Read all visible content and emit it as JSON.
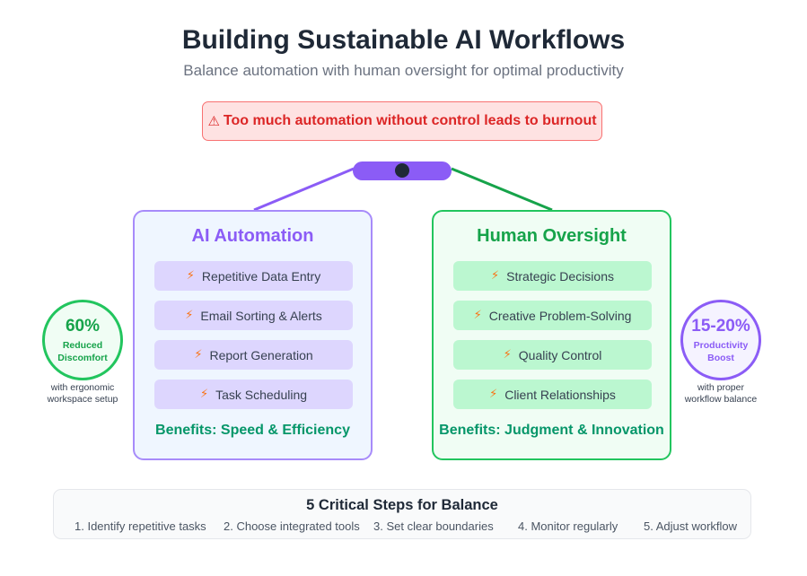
{
  "header": {
    "title": "Building Sustainable AI Workflows",
    "subtitle": "Balance automation with human oversight for optimal productivity"
  },
  "warning": {
    "icon": "warning-icon",
    "text": "Too much automation without control leads to burnout"
  },
  "balance": {
    "bar_color": "#8b5cf6",
    "pivot_color": "#1f2937",
    "left_line_color": "#8b5cf6",
    "right_line_color": "#16a34a"
  },
  "ai_card": {
    "title": "AI Automation",
    "items": [
      "Repetitive Data Entry",
      "Email Sorting & Alerts",
      "Report Generation",
      "Task Scheduling"
    ],
    "benefits": "Benefits: Speed & Efficiency",
    "accent": "#8b5cf6"
  },
  "human_card": {
    "title": "Human Oversight",
    "items": [
      "Strategic Decisions",
      "Creative Problem-Solving",
      "Quality Control",
      "Client Relationships"
    ],
    "benefits": "Benefits: Judgment & Innovation",
    "accent": "#16a34a"
  },
  "item_icon": "lightning-icon",
  "stat_left": {
    "value": "60%",
    "label_line1": "Reduced",
    "label_line2": "Discomfort",
    "note_line1": "with ergonomic",
    "note_line2": "workspace setup"
  },
  "stat_right": {
    "value": "15-20%",
    "label_line1": "Productivity",
    "label_line2": "Boost",
    "note_line1": "with proper",
    "note_line2": "workflow balance"
  },
  "steps": {
    "title": "5 Critical Steps for Balance",
    "items": [
      "1. Identify repetitive tasks",
      "2. Choose integrated tools",
      "3. Set clear boundaries",
      "4. Monitor regularly",
      "5. Adjust workflow"
    ]
  }
}
